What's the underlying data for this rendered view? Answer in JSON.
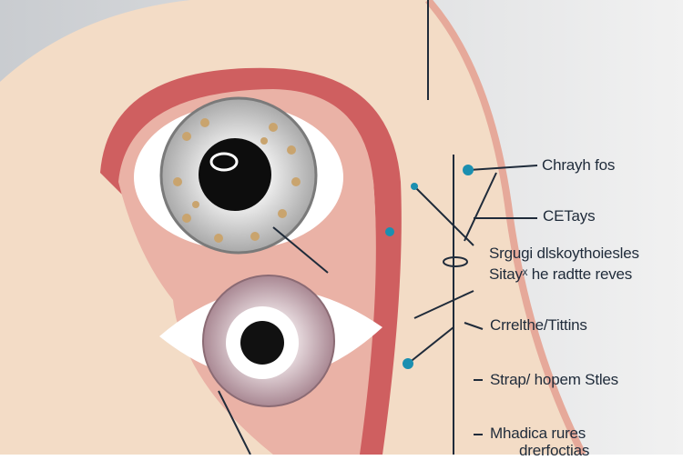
{
  "labels": {
    "l1": "Chrayh fos",
    "l2": "CETays",
    "l3": "Srgugi dlskoythoiesles",
    "l4": "Sitayˣ he radtte reves",
    "l5": "Crrelthe/Tittins",
    "l6": "Strap/ hopem Stles",
    "l7": "Mhadica rures",
    "l8": "drerfoctias"
  },
  "colors": {
    "skin": "#f3dcc6",
    "tissue_red": "#c9575a",
    "background": "#dfe1e3",
    "marker_teal": "#1b8fb0",
    "label_text": "#1f2b3a"
  }
}
